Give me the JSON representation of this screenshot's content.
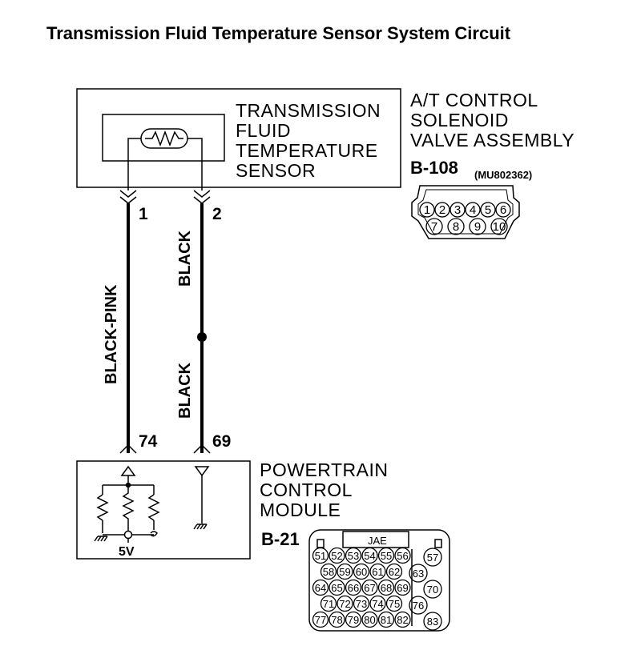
{
  "title": "Transmission Fluid Temperature Sensor System Circuit",
  "sensor": {
    "label_lines": [
      "TRANSMISSION",
      "FLUID",
      "TEMPERATURE",
      "SENSOR"
    ]
  },
  "solenoid_assembly": {
    "label_lines": [
      "A/T CONTROL",
      "SOLENOID",
      "VALVE ASSEMBLY"
    ],
    "connector_id": "B-108",
    "part_number": "(MU802362)",
    "pins_row1": [
      "1",
      "2",
      "3",
      "4",
      "5",
      "6"
    ],
    "pins_row2": [
      "7",
      "8",
      "9",
      "10"
    ]
  },
  "wires": {
    "left": {
      "color": "BLACK-PINK",
      "top_pin": "1",
      "bottom_pin": "74"
    },
    "right": {
      "color_upper": "BLACK",
      "color_lower": "BLACK",
      "top_pin": "2",
      "bottom_pin": "69"
    }
  },
  "pcm": {
    "label_lines": [
      "POWERTRAIN",
      "CONTROL",
      "MODULE"
    ],
    "connector_id": "B-21",
    "supply": "5V",
    "connector_brand": "JAE",
    "rows": [
      [
        "51",
        "52",
        "53",
        "54",
        "55",
        "56"
      ],
      [
        "58",
        "59",
        "60",
        "61",
        "62"
      ],
      [
        "64",
        "65",
        "66",
        "67",
        "68",
        "69"
      ],
      [
        "71",
        "72",
        "73",
        "74",
        "75"
      ],
      [
        "77",
        "78",
        "79",
        "80",
        "81",
        "82"
      ]
    ],
    "right_pins": [
      "57",
      "63",
      "70",
      "76",
      "83"
    ]
  }
}
